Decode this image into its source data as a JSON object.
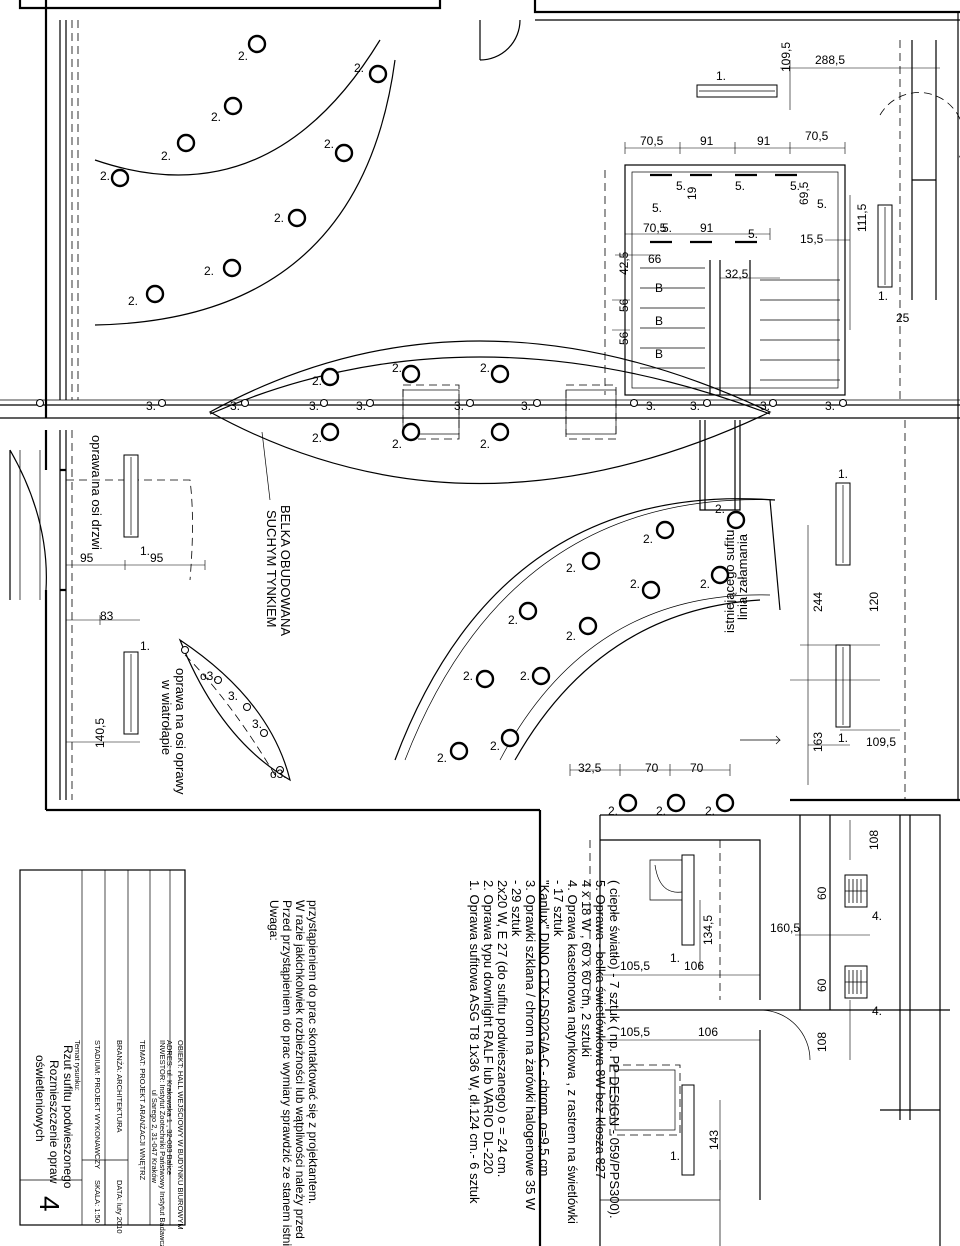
{
  "labels": {
    "lamp_type_2": "2.",
    "lamp_type_3": "3.",
    "lamp_type_3_alt": "o3.",
    "lamp_type_1": "1.",
    "lamp_type_4": "4.",
    "lamp_type_5": "5.",
    "lamp_type_b": "B"
  },
  "dimensions": {
    "d109_5": "109,5",
    "d288_5": "288,5",
    "d70_5": "70,5",
    "d91": "91",
    "d19": "19",
    "d69_5": "69,5",
    "d111_5": "111,5",
    "d15_5": "15,5",
    "d42_5": "42,5",
    "d66": "66",
    "d32_5": "32,5",
    "d56": "56",
    "d25": "25",
    "d95": "95",
    "d83": "83",
    "d140_5": "140,5",
    "d244": "244",
    "d120": "120",
    "d163": "163",
    "d70": "70",
    "d108": "108",
    "d60": "60",
    "d160_5": "160,5",
    "d134_5": "134,5",
    "d105_5": "105,5",
    "d106": "106",
    "d143": "143"
  },
  "annotations": {
    "beam_line1": "BELKA OBUDOWANA",
    "beam_line2": "SUCHYM TYNKIEM",
    "door_axis": "oprawa na osi drzwi",
    "window_axis_line1": "oprawa na osi oprawy",
    "window_axis_line2": "w wiatrołapie",
    "ceiling_line1": "linia załamania",
    "ceiling_line2": "istniejącego sufitu"
  },
  "legend": {
    "items": [
      "1. Oprawa sufitowa ASG T8 1x36 W, dł.124 cm.- 6 sztuk",
      "2. Oprawa typu downlight RALF lub VARIO DL-220",
      "    2x20 W, E 27 (do sufitu podwieszanego) o = 24 cm.",
      "  - 29 sztuk",
      "3. Oprawki szklana / chrom na żarówki halogenowe 35 W",
      "  \"Kanlux\" DINO CTX-DS02G/A-C - chrom, o=9,5 cm",
      "  - 17 sztuk",
      "4. Oprawa kasetonowa natynkowa , z rastrem na świetlówki",
      "  4 x 18 W , 60 x 60 cm, 2 sztuki",
      "5. Oprawa - belka świetlówkowa 8W bez klosza 827",
      "  ( ciepłe światło) - 7 sztuk ( np. PP DESIGN - 059/PPS300)."
    ]
  },
  "note": {
    "title": "Uwaga:",
    "lines": [
      "Przed przystąpieniem do prac wymiary sprawdzić ze stanem istniejącym.",
      "W razie jakichkolwiek rozbieżności lub wątpliwości należy przed",
      "przystąpieniem do prac skontaktować się z projektantem."
    ]
  },
  "title_block": {
    "object": "OBIEKT: HALL WEJŚCIOWY W BUDYNKU BIUROWYM",
    "address": "ADRES: ul. Krakowska 1 , 32-083 Balice",
    "investor": "INWESTOR: Instytut Zootechniki Państwowy Instytut Badawczy,",
    "investor2": "ul Sarego 2, 31-047 Kraków",
    "subject": "TEMAT: PROJEKT ARANŻACJI WNĘTRZ",
    "branch": "BRANŻA: ARCHITEKTURA",
    "stage": "STADIUM: PROJEKT WYKONAWCZY",
    "date": "DATA: luty 2010",
    "scale": "SKALA: 1:50",
    "drawing_label": "Temat rysunku:",
    "drawing_title_1": "Rzut sufitu podwieszonego",
    "drawing_title_2": "Rozmieszczenie opraw",
    "drawing_title_3": "oświetleniowych",
    "sheet_number": "4"
  }
}
